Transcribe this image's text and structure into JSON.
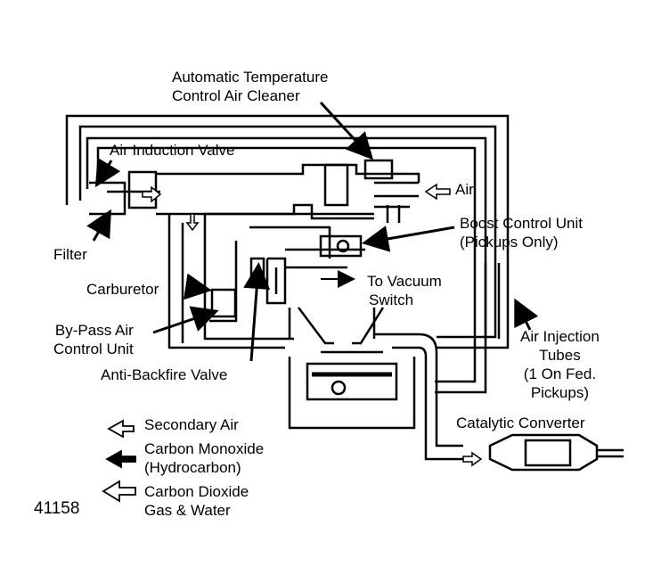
{
  "figure_number": "41158",
  "labels": {
    "air_cleaner": [
      "Automatic Temperature",
      "Control Air Cleaner"
    ],
    "air_induction_valve": "Air Induction Valve",
    "air": "Air",
    "boost_control_unit": [
      "Boost Control Unit",
      "(Pickups Only)"
    ],
    "filter": "Filter",
    "carburetor": "Carburetor",
    "to_vacuum_switch": [
      "To Vacuum",
      "Switch"
    ],
    "bypass_air_control": [
      "By-Pass Air",
      "Control Unit"
    ],
    "anti_backfire_valve": "Anti-Backfire Valve",
    "air_injection_tubes": [
      "Air Injection",
      "Tubes",
      "(1 On Fed.",
      "Pickups)"
    ],
    "catalytic_converter": "Catalytic Converter"
  },
  "legend": [
    {
      "symbol": "outline-arrow-small",
      "text": [
        "Secondary Air"
      ]
    },
    {
      "symbol": "solid-arrow",
      "text": [
        "Carbon Monoxide",
        "(Hydrocarbon)"
      ]
    },
    {
      "symbol": "outline-arrow-large",
      "text": [
        "Carbon Dioxide",
        "Gas & Water"
      ]
    }
  ],
  "colors": {
    "ink": "#000000",
    "paper": "#ffffff"
  }
}
